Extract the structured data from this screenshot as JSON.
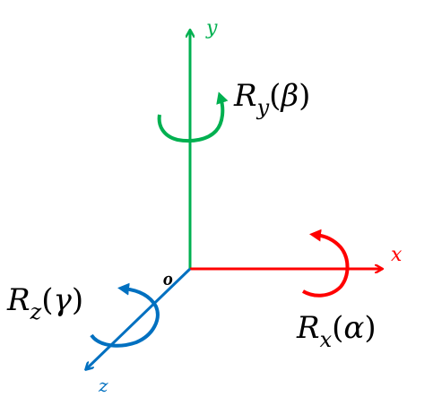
{
  "colors": {
    "x_axis": "#ff0000",
    "y_axis": "#00b050",
    "z_axis": "#0070c0",
    "text": "#000000"
  },
  "origin": {
    "label": "o"
  },
  "axes": {
    "x": {
      "label": "x",
      "rotation": {
        "name": "R",
        "subscript": "x",
        "angle": "α"
      }
    },
    "y": {
      "label": "y",
      "rotation": {
        "name": "R",
        "subscript": "y",
        "angle": "β"
      }
    },
    "z": {
      "label": "z",
      "rotation": {
        "name": "R",
        "subscript": "z",
        "angle": "γ"
      }
    }
  },
  "icons": {
    "axis_arrowhead": "arrowhead-icon",
    "rotation_arrow": "curved-rotation-arrow-icon"
  }
}
